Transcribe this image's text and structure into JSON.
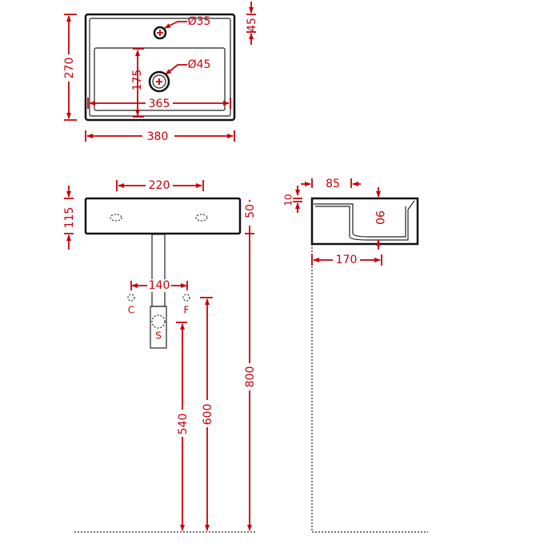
{
  "top_view": {
    "width": "380",
    "depth": "270",
    "basin_width": "365",
    "drain_offset": "175",
    "tap_offset": "45",
    "tap_hole": "Ø35",
    "drain_hole": "Ø45"
  },
  "front_view": {
    "overflow_spacing": "220",
    "height": "115",
    "top_to_base": "50",
    "supply_spacing": "140",
    "cold_label": "C",
    "hot_label": "F",
    "waste_label": "S",
    "waste_height": "540",
    "supply_height": "600",
    "basin_height": "800"
  },
  "side_view": {
    "rim": "85",
    "rim_thickness": "10",
    "basin_depth": "90",
    "drain_from_wall": "170"
  },
  "colors": {
    "dimension": "#c8000a",
    "outline": "#111111"
  }
}
